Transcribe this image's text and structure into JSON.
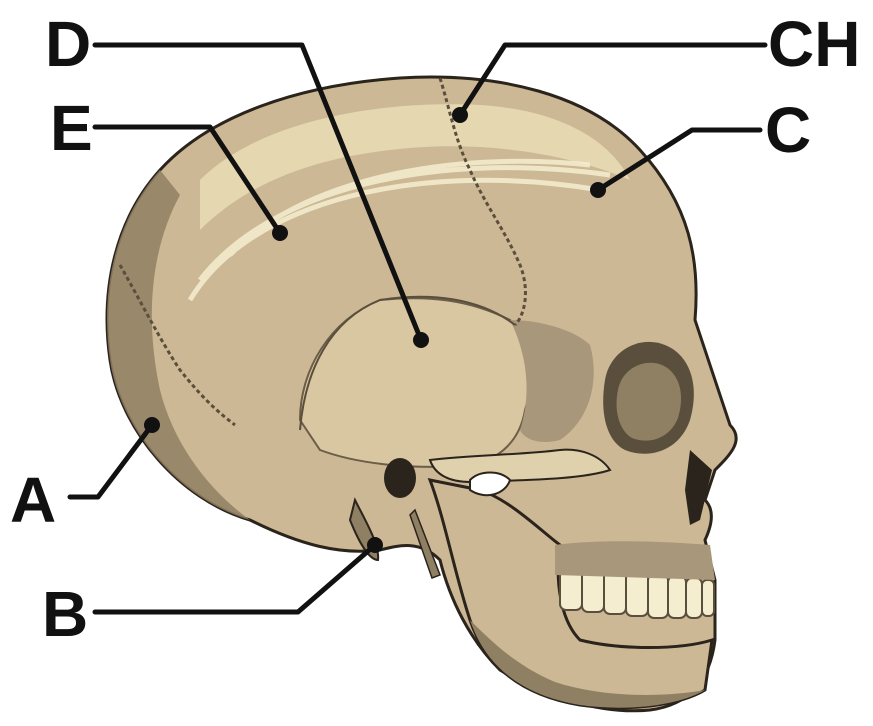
{
  "diagram": {
    "subject": "skull-lateral-view",
    "colors": {
      "bone_base": "#cdb895",
      "bone_light": "#e8dcb4",
      "bone_highlight": "#f4edd0",
      "bone_shadow": "#8f7f63",
      "bone_dark": "#5a4e3d",
      "outline": "#2a241c",
      "labels": "#111111"
    },
    "labels": [
      {
        "id": "A",
        "text": "A"
      },
      {
        "id": "B",
        "text": "B"
      },
      {
        "id": "C",
        "text": "C"
      },
      {
        "id": "CH",
        "text": "CH"
      },
      {
        "id": "D",
        "text": "D"
      },
      {
        "id": "E",
        "text": "E"
      }
    ]
  }
}
